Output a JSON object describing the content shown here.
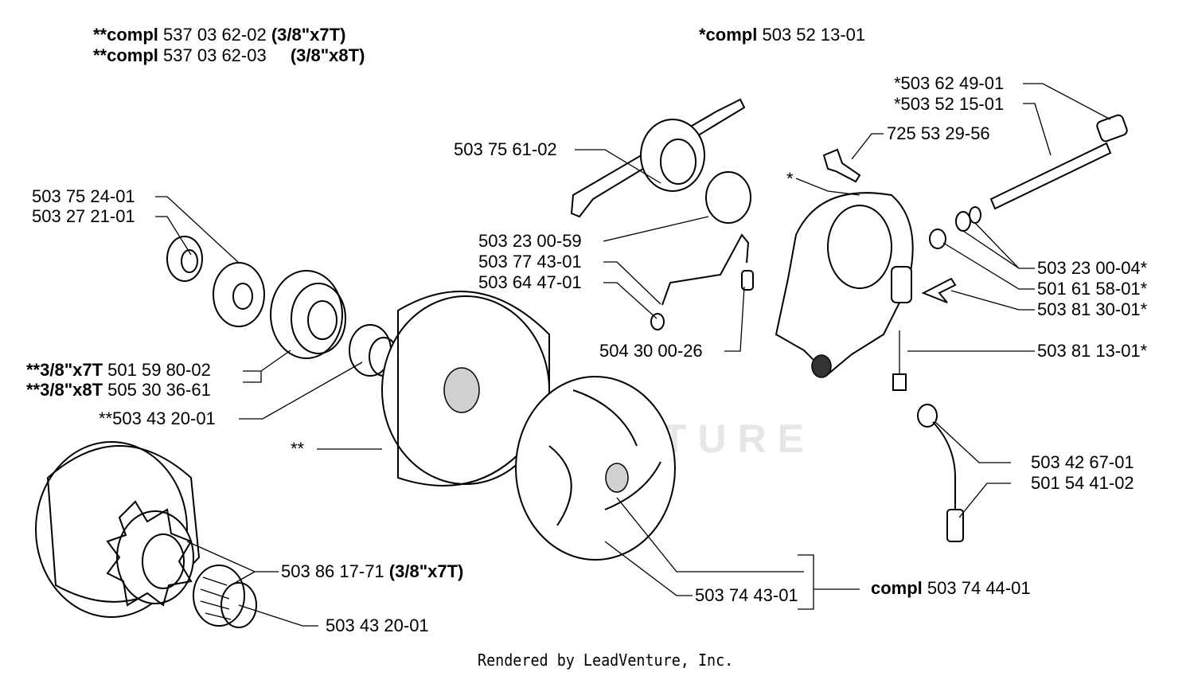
{
  "header_left": [
    {
      "prefix": "**compl",
      "part": "537 03 62-02",
      "variant": "(3/8\"x7T)"
    },
    {
      "prefix": "**compl",
      "part": "537 03 62-03",
      "variant": "(3/8\"x8T)"
    }
  ],
  "header_right": {
    "prefix": "*compl",
    "part": "503 52 13-01"
  },
  "labels": {
    "l_503756102": "503 75 61-02",
    "l_503752401": "503 75 24-01",
    "l_503272101": "503 27 21-01",
    "l_503230059": "503 23 00-59",
    "l_503774301": "503 77 43-01",
    "l_503644701": "503 64 47-01",
    "l_504300026": "504 30 00-26",
    "l_5015980_prefix": "**3/8\"x7T",
    "l_5015980": "501 59 80-02",
    "l_5053036_prefix": "**3/8\"x8T",
    "l_5053036": "505 30 36-61",
    "l_503432001_star": "**503 43 20-01",
    "l_doublestar": "**",
    "l_503861771": "503 86 17-71",
    "l_503861771_variant": "(3/8\"x7T)",
    "l_503432001": "503 43 20-01",
    "l_503744301": "503 74 43-01",
    "l_compl_prefix": "compl",
    "l_compl_part": "503 74 44-01",
    "l_503624901": "*503 62 49-01",
    "l_503521501": "*503 52 15-01",
    "l_725532956": "725 53 29-56",
    "l_star": "*",
    "l_503230004": "503 23 00-04*",
    "l_501615801": "501 61 58-01*",
    "l_503813001": "503 81 30-01*",
    "l_503811301": "503 81 13-01*",
    "l_503426701": "503 42 67-01",
    "l_501544102": "501 54 41-02"
  },
  "watermark": "LEADVENTURE",
  "footer": "Rendered by LeadVenture, Inc."
}
